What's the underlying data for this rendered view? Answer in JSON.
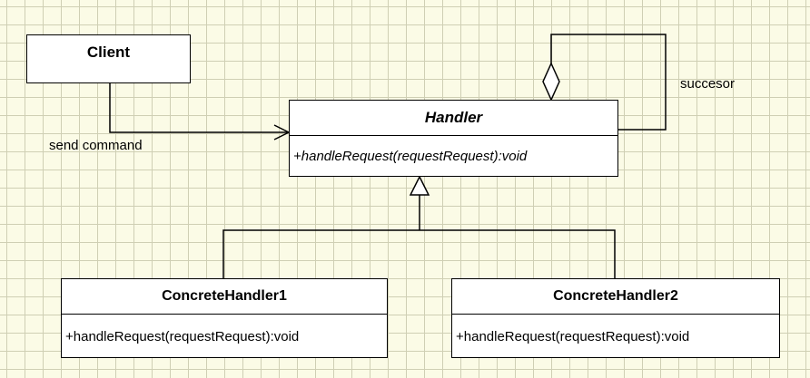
{
  "diagram": {
    "client": {
      "name": "Client"
    },
    "handler": {
      "name": "Handler",
      "operation": "+handleRequest(requestRequest):void"
    },
    "concrete1": {
      "name": "ConcreteHandler1",
      "operation": "+handleRequest(requestRequest):void"
    },
    "concrete2": {
      "name": "ConcreteHandler2",
      "operation": "+handleRequest(requestRequest):void"
    },
    "labels": {
      "send_command": "send command",
      "successor": "succesor"
    }
  }
}
